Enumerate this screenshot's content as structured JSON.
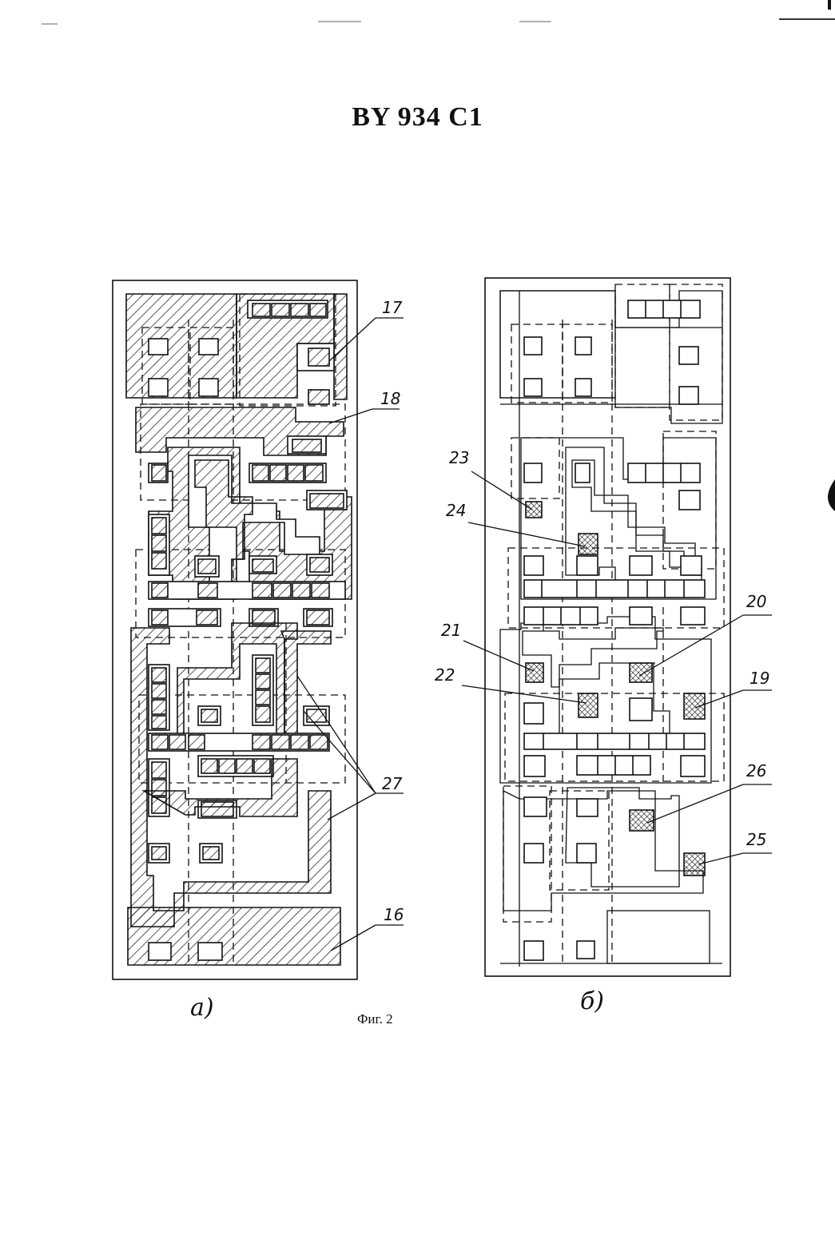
{
  "document": {
    "title": "BY 934 C1",
    "figure_caption": "Фиг. 2"
  },
  "panels": [
    {
      "label": "а)"
    },
    {
      "label": "б)"
    }
  ],
  "reference_numerals": {
    "r17": "17",
    "r18": "18",
    "r16": "16",
    "r27": "27",
    "r23": "23",
    "r24": "24",
    "r21": "21",
    "r22": "22",
    "r20": "20",
    "r19": "19",
    "r26": "26",
    "r25": "25"
  },
  "colors": {
    "ink": "#111111",
    "paper": "#ffffff"
  }
}
